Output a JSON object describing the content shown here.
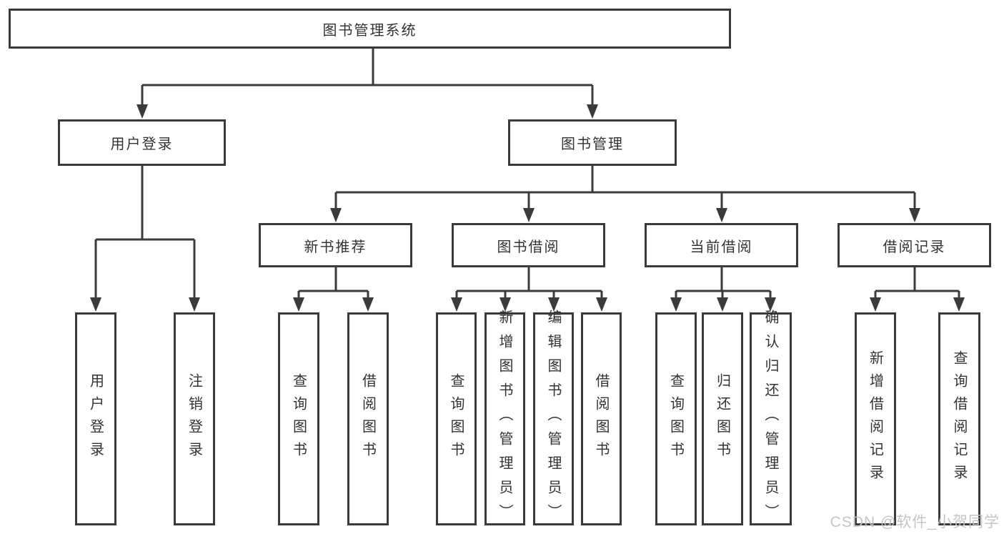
{
  "nodes": {
    "root": {
      "label": "图书管理系统"
    },
    "level2": [
      {
        "label": "用户登录",
        "children": [
          "用户登录",
          "注销登录"
        ]
      },
      {
        "label": "图书管理",
        "children": [
          "新书推荐",
          "图书借阅",
          "当前借阅",
          "借阅记录"
        ]
      }
    ],
    "level3": [
      {
        "label": "新书推荐",
        "children": [
          "查询图书",
          "借阅图书"
        ]
      },
      {
        "label": "图书借阅",
        "children": [
          "查询图书",
          "新增图书（管理员）",
          "编辑图书（管理员）",
          "借阅图书"
        ]
      },
      {
        "label": "当前借阅",
        "children": [
          "查询图书",
          "归还图书",
          "确认归还（管理员）"
        ]
      },
      {
        "label": "借阅记录",
        "children": [
          "新增借阅记录",
          "查询借阅记录"
        ]
      }
    ],
    "leaves": [
      {
        "label": "用户登录"
      },
      {
        "label": "注销登录"
      },
      {
        "label": "查询图书"
      },
      {
        "label": "借阅图书"
      },
      {
        "label": "查询图书"
      },
      {
        "label": "新增图书（管理员）"
      },
      {
        "label": "编辑图书（管理员）"
      },
      {
        "label": "借阅图书"
      },
      {
        "label": "查询图书"
      },
      {
        "label": "归还图书"
      },
      {
        "label": "确认归还（管理员）"
      },
      {
        "label": "新增借阅记录"
      },
      {
        "label": "查询借阅记录"
      }
    ]
  },
  "watermark": "CSDN @软件_小贺同学",
  "colors": {
    "line": "#3b3b3b",
    "box_border": "#3a3a3a",
    "text": "#333333",
    "watermark": "#c2c2c2",
    "background": "#ffffff"
  }
}
